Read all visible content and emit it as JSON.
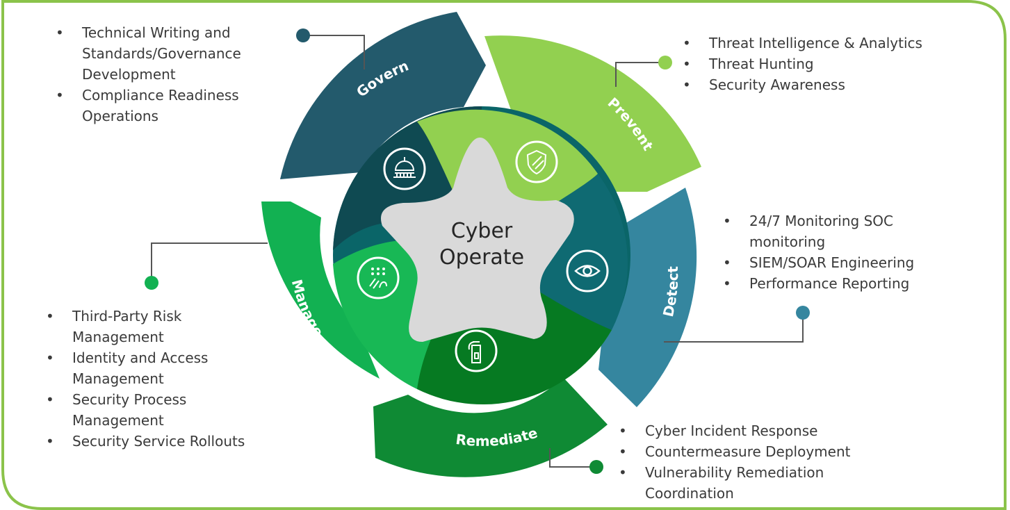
{
  "center": {
    "line1": "Cyber",
    "line2": "Operate"
  },
  "segments": [
    {
      "id": "govern",
      "label": "Govern",
      "color": "#235a6c",
      "icon": "capitol-dome-icon",
      "items": [
        "Technical Writing and Standards/Governance Development",
        "Compliance Readiness Operations"
      ]
    },
    {
      "id": "prevent",
      "label": "Prevent",
      "color": "#92d050",
      "icon": "shield-icon",
      "items": [
        "Threat Intelligence & Analytics",
        "Threat Hunting",
        "Security Awareness"
      ]
    },
    {
      "id": "detect",
      "label": "Detect",
      "color": "#35869f",
      "icon": "eye-icon",
      "items": [
        "24/7 Monitoring SOC monitoring",
        "SIEM/SOAR Engineering",
        "Performance Reporting"
      ]
    },
    {
      "id": "remediate",
      "label": "Remediate",
      "color": "#0f8a34",
      "icon": "fire-extinguisher-icon",
      "items": [
        "Cyber Incident Response",
        "Countermeasure Deployment",
        "Vulnerability Remediation Coordination"
      ]
    },
    {
      "id": "manage",
      "label": "Manage",
      "color": "#12b152",
      "icon": "touch-keypad-icon",
      "items": [
        "Third-Party Risk Management",
        "Identity and Access Management",
        "Security Process Management",
        "Security Service Rollouts"
      ]
    }
  ]
}
